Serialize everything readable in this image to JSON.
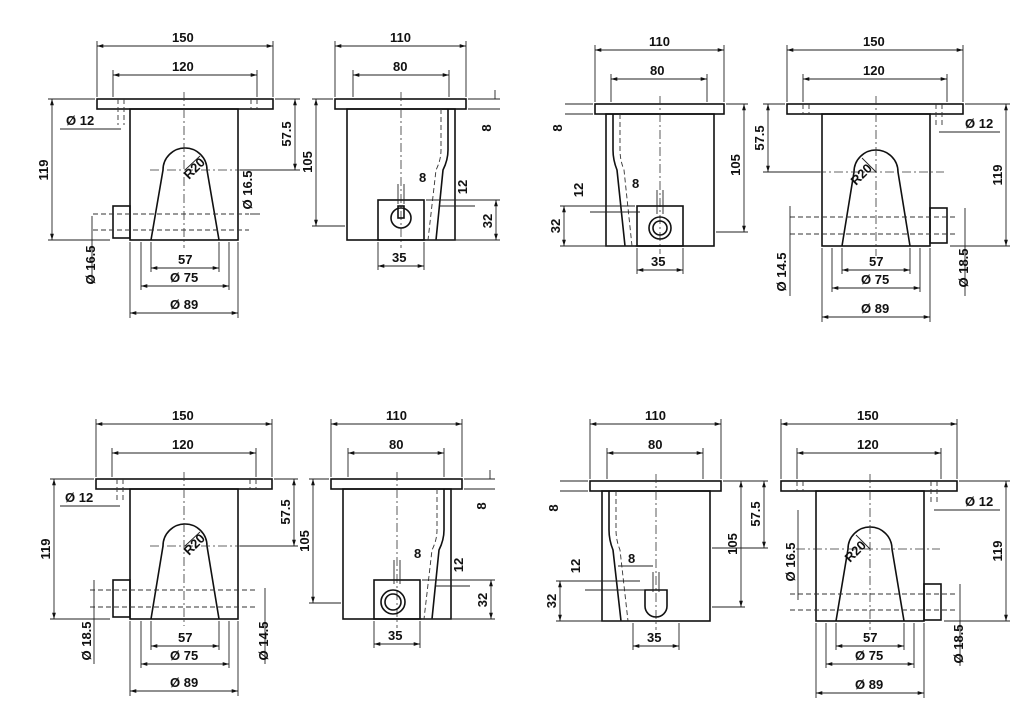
{
  "title": "",
  "dims": {
    "d150": "150",
    "d120": "120",
    "d110": "110",
    "d80": "80",
    "d119": "119",
    "d105": "105",
    "d57_5": "57.5",
    "d57": "57",
    "d35": "35",
    "d32": "32",
    "d12": "12",
    "d8": "8",
    "phi12": "Ø 12",
    "phi16_5": "Ø 16.5",
    "phi18_5": "Ø 18.5",
    "phi14_5": "Ø 14.5",
    "phi75": "Ø 75",
    "phi89": "Ø 89",
    "r20": "R20"
  }
}
